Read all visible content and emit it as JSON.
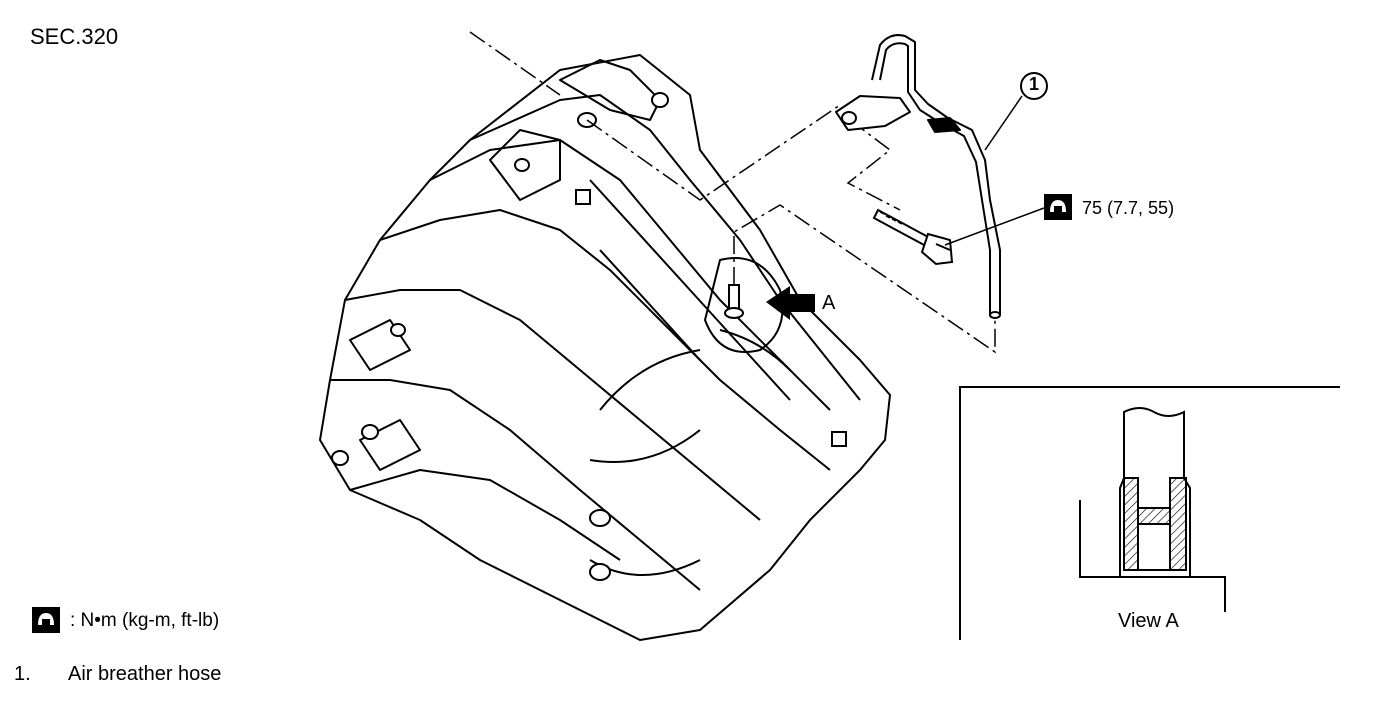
{
  "section": "SEC.320",
  "callout": {
    "number": "1",
    "torque": "75 (7.7, 55)"
  },
  "arrow_label": "A",
  "view_label": "View A",
  "legend": {
    "torque_unit": ": N•m (kg-m, ft-lb)",
    "items": [
      {
        "number": "1.",
        "text": "Air breather hose"
      }
    ]
  },
  "icons": [
    "torque-wrench-icon"
  ]
}
